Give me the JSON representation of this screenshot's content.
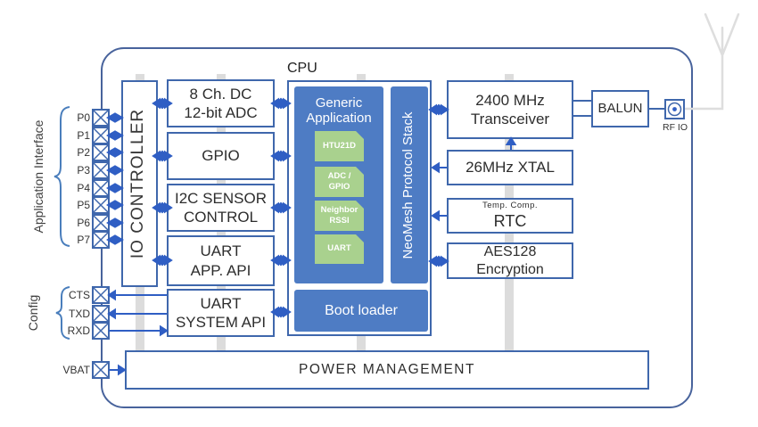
{
  "title_labels": {
    "cpu": "CPU"
  },
  "left_panel": {
    "application_interface_label": "Application Interface",
    "config_label": "Config",
    "app_pins": [
      "P0",
      "P1",
      "P2",
      "P3",
      "P4",
      "P5",
      "P6",
      "P7"
    ],
    "config_pins": [
      "CTS",
      "TXD",
      "RXD"
    ],
    "vbat_pin": "VBAT"
  },
  "io_controller": {
    "label": "IO CONTROLLER"
  },
  "peripherals": {
    "adc": {
      "line1": "8 Ch. DC",
      "line2": "12-bit ADC"
    },
    "gpio": {
      "line1": "GPIO"
    },
    "i2c": {
      "line1": "I2C SENSOR",
      "line2": "CONTROL"
    },
    "uart_app": {
      "line1": "UART",
      "line2": "APP. API"
    },
    "uart_system": {
      "line1": "UART",
      "line2": "SYSTEM API"
    }
  },
  "cpu": {
    "generic_application": {
      "line1": "Generic",
      "line2": "Application"
    },
    "app_chips": [
      {
        "line1": "HTU21D",
        "line2": ""
      },
      {
        "line1": "ADC /",
        "line2": "GPIO"
      },
      {
        "line1": "Neighbor",
        "line2": "RSSI"
      },
      {
        "line1": "UART",
        "line2": ""
      }
    ],
    "neomesh_stack": "NeoMesh Protocol Stack",
    "boot_loader": "Boot loader"
  },
  "radio": {
    "transceiver": {
      "line1": "2400 MHz",
      "line2": "Transceiver"
    },
    "xtal": "26MHz XTAL",
    "rtc": {
      "line1": "Temp. Comp.",
      "line2": "RTC"
    },
    "aes": {
      "line1": "AES128",
      "line2": "Encryption"
    },
    "balun": "BALUN",
    "rf_io": "RF IO"
  },
  "power": {
    "label": "POWER MANAGEMENT"
  },
  "colors": {
    "outer_border": "#48639c",
    "box_border": "#3f67ac",
    "fill_blue": "#4e7cc4",
    "fill_green": "#a9d18e",
    "arrow_blue": "#2f5ec4",
    "rail_gray": "#dcdcdc",
    "antenna_gray": "#dedede"
  }
}
